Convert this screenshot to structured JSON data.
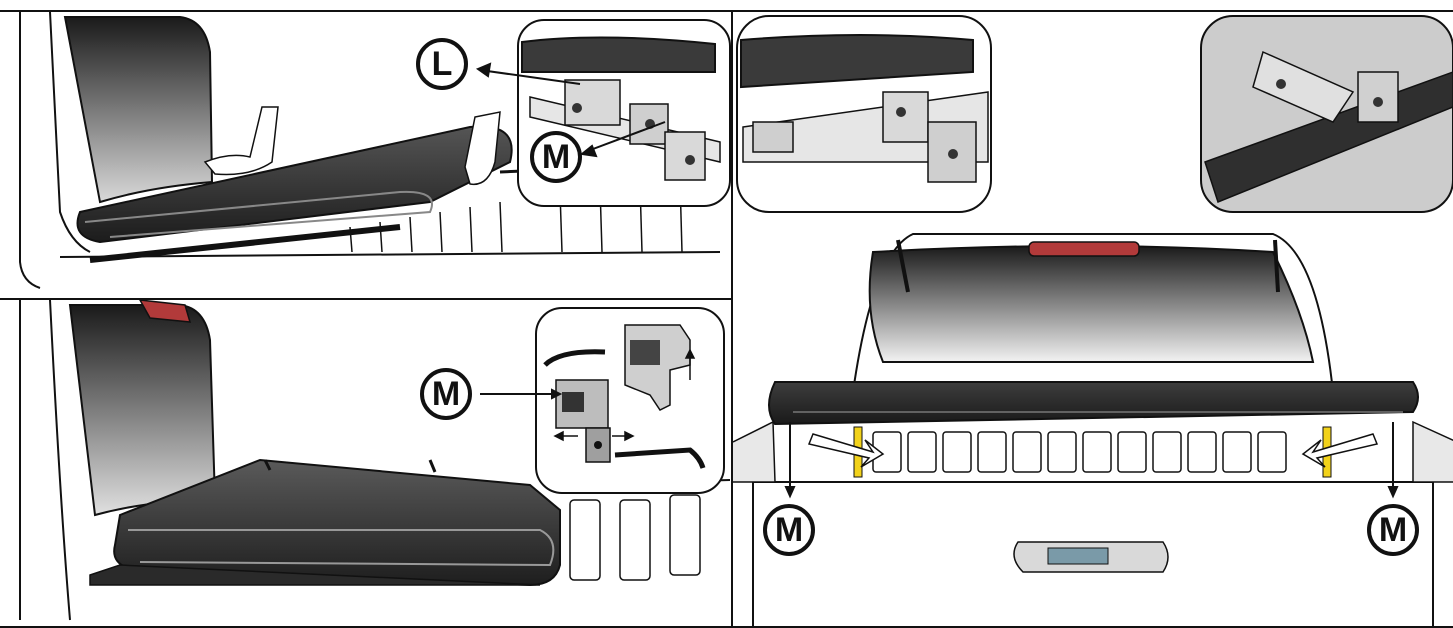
{
  "callouts": {
    "top_left_L": "L",
    "top_left_M": "M",
    "bottom_left_M": "M",
    "right_M_left": "M",
    "right_M_right": "M"
  },
  "colors": {
    "line": "#111111",
    "cover": "#2a2a2a",
    "glass_dark": "#1a1a1a",
    "glass_light": "#e6e6e6",
    "strap_yellow": "#f2d21a",
    "brake_light": "#b23a3a",
    "hand": "#ffffff"
  },
  "icons": [
    "hand-icon",
    "tonneau-cover-icon",
    "clamp-bracket-icon",
    "arrow-icon"
  ]
}
